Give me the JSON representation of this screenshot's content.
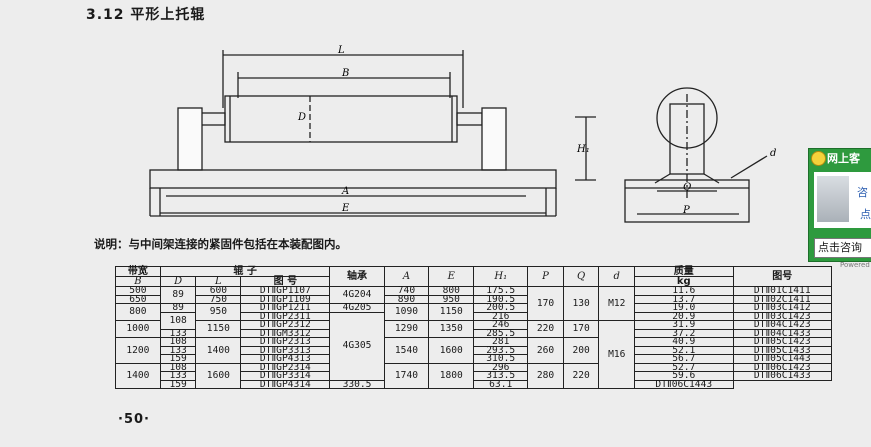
{
  "section_heading": "3.12  平形上托辊",
  "note": "说明：与中间架连接的紧固件包括在本装配图内。",
  "page_number": "·50·",
  "drawing_labels": {
    "L": "L",
    "B": "B",
    "D": "D",
    "A": "A",
    "E": "E",
    "H1": "H₁",
    "Q": "Q",
    "P": "P",
    "d": "d"
  },
  "table": {
    "headers": {
      "belt_width": "带宽",
      "B": "B",
      "roller": "辊      子",
      "D": "D",
      "L": "L",
      "drawing_no": "图      号",
      "bearing": "轴承",
      "A": "A",
      "E": "E",
      "H1": "H₁",
      "P": "P",
      "Q": "Q",
      "d": "d",
      "mass": "质量",
      "kg": "kg",
      "fig_no": "图号"
    },
    "B": [
      "500",
      "650",
      "800",
      "1000",
      "1200",
      "1400"
    ],
    "D": [
      "89",
      "89",
      "108",
      "133",
      "108",
      "133",
      "159",
      "108",
      "133",
      "159"
    ],
    "L": [
      "600",
      "750",
      "950",
      "1150",
      "1400",
      "1600"
    ],
    "roller_no": [
      "DTⅡGP1107",
      "DTⅡGP1109",
      "DTⅡGP1211",
      "DTⅡGP2311",
      "DTⅡGP2312",
      "DTⅡGM3312",
      "DTⅡGP2313",
      "DTⅡGP3313",
      "DTⅡGP4313",
      "DTⅡGP2314",
      "DTⅡGP3314",
      "DTⅡGP4314"
    ],
    "bearing": [
      "4G204",
      "4G205",
      "4G305"
    ],
    "A": [
      "740",
      "890",
      "1090",
      "1290",
      "1540",
      "1740"
    ],
    "E": [
      "800",
      "950",
      "1150",
      "1350",
      "1600",
      "1800"
    ],
    "H1": [
      "175.5",
      "190.5",
      "200.5",
      "216",
      "246",
      "285.5",
      "281",
      "293.5",
      "310.5",
      "296",
      "313.5",
      "330.5"
    ],
    "P": [
      "170",
      "220",
      "260",
      "280"
    ],
    "Q": [
      "130",
      "170",
      "200",
      "220"
    ],
    "d": [
      "M12",
      "M16"
    ],
    "mass": [
      "11.6",
      "13.7",
      "19.0",
      "20.9",
      "31.9",
      "37.2",
      "40.9",
      "52.1",
      "56.7",
      "52.7",
      "59.6",
      "63.1"
    ],
    "fig_no": [
      "DTⅡ01C1411",
      "DTⅡ02C1411",
      "DTⅡ03C1412",
      "DTⅡ03C1423",
      "DTⅡ04C1423",
      "DTⅡ04C1433",
      "DTⅡ05C1423",
      "DTⅡ05C1433",
      "DTⅡ05C1443",
      "DTⅡ06C1423",
      "DTⅡ06C1433",
      "DTⅡ06C1443"
    ]
  },
  "chat_widget": {
    "title": "网上客",
    "consult": "咨",
    "click": "点",
    "link": "点击咨询",
    "powered": "Powered"
  }
}
